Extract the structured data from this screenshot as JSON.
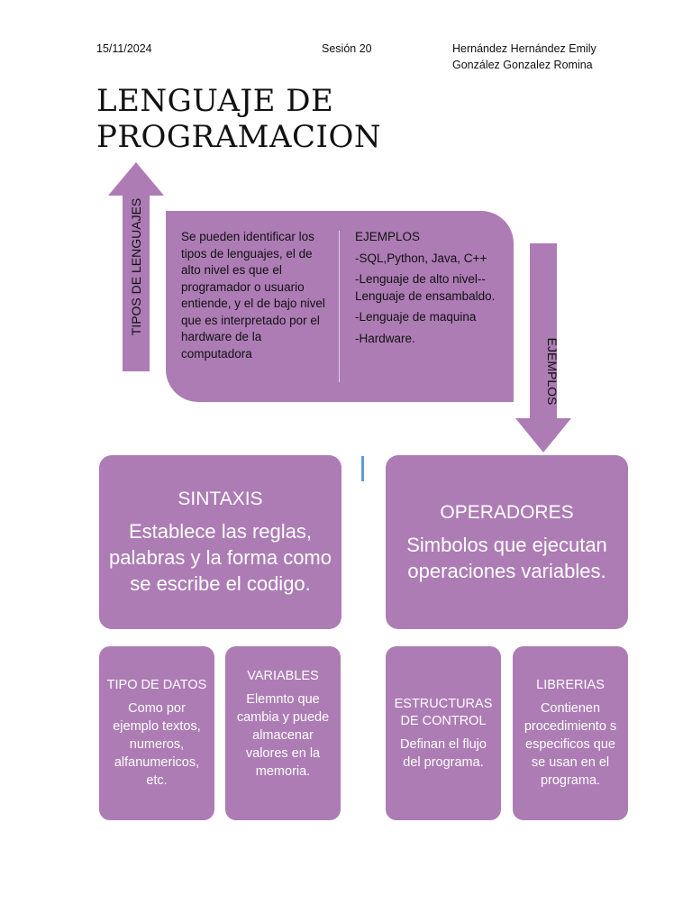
{
  "header": {
    "date": "15/11/2024",
    "session": "Sesión 20",
    "author_1": "Hernández Hernández Emily",
    "author_2": "González Gonzalez Romina"
  },
  "title": {
    "line_1": "LENGUAJE DE",
    "line_2": "PROGRAMACION"
  },
  "arrows": {
    "up_label": "TIPOS DE LENGUAJES",
    "down_label": "EJEMPLOS"
  },
  "center": {
    "description": "Se pueden identificar los tipos de lenguajes, el de alto nivel es que el programador o usuario entiende, y el de bajo nivel que es interpretado por el hardware de la computadora",
    "examples_heading": "EJEMPLOS",
    "examples": [
      "-SQL,Python, Java, C++",
      "-Lenguaje de alto nivel--Lenguaje de ensambaldo.",
      "-Lenguaje de maquina",
      "-Hardware."
    ]
  },
  "sintaxis": {
    "title": "SINTAXIS",
    "description": "Establece las reglas, palabras y la forma como se escribe el codigo."
  },
  "operadores": {
    "title": "OPERADORES",
    "description": "Simbolos que ejecutan operaciones variables."
  },
  "small_boxes": {
    "tipo_datos": {
      "title": "TIPO DE DATOS",
      "description": "Como por ejemplo textos, numeros, alfanumericos, etc."
    },
    "variables": {
      "title": "VARIABLES",
      "description": "Elemnto que cambia y puede almacenar valores en la memoria."
    },
    "estructuras": {
      "title": "ESTRUCTURAS DE CONTROL",
      "description": "Definan el flujo del programa."
    },
    "librerias": {
      "title": "LIBRERIAS",
      "description": "Contienen procedimiento s especificos que se usan en el programa."
    }
  },
  "colors": {
    "box_fill": "#ad7cb5",
    "cursor": "#5b9bd5"
  }
}
